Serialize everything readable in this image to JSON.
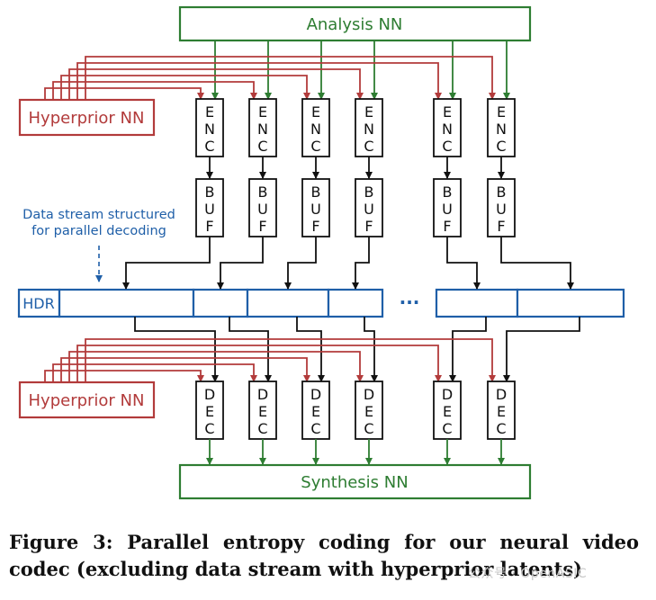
{
  "colors": {
    "green": "#2e7d32",
    "red": "#b23b3b",
    "blue": "#1f5fa8",
    "black": "#111111"
  },
  "diagram": {
    "analysis_label": "Analysis NN",
    "synthesis_label": "Synthesis NN",
    "hyperprior_top_label": "Hyperprior NN",
    "hyperprior_bottom_label": "Hyperprior NN",
    "enc_label": "ENC",
    "buf_label": "BUF",
    "dec_label": "DEC",
    "lane_count": 6,
    "hdr_label": "HDR",
    "ellipsis": "···",
    "annotation_line1": "Data stream structured",
    "annotation_line2": "for parallel decoding"
  },
  "caption": {
    "text": "Figure 3: Parallel entropy coding for our neural video codec (excluding data stream with hyperprior latents)"
  },
  "watermark": {
    "text": "公众号 · OpenASIC"
  }
}
